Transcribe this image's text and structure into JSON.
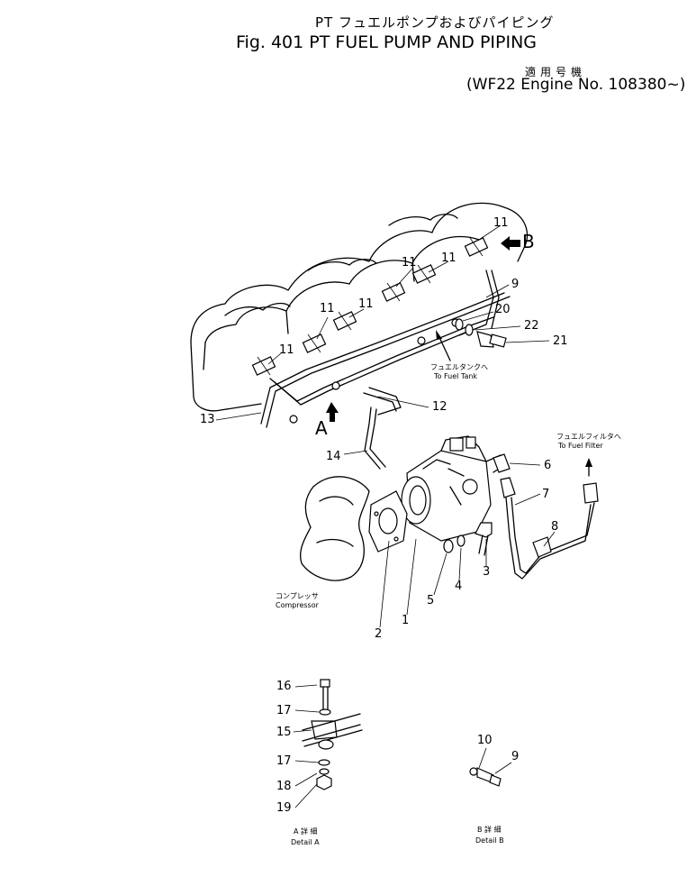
{
  "title": {
    "japanese": "PT フュエルポンプおよびパイピング",
    "english": "Fig. 401   PT FUEL PUMP AND PIPING"
  },
  "serial": {
    "japanese": "適用号機",
    "english": "(WF22 Engine No. 108380~)"
  },
  "annotations": {
    "to_fuel_tank_jp": "フュエルタンクへ",
    "to_fuel_tank_en": "To Fuel Tank",
    "to_fuel_filter_jp": "フュエルフィルタへ",
    "to_fuel_filter_en": "To Fuel Filter",
    "compressor_jp": "コンプレッサ",
    "compressor_en": "Compressor",
    "detail_a_jp": "A 詳 細",
    "detail_a_en": "Detail A",
    "detail_b_jp": "B 詳 細",
    "detail_b_en": "Detail B",
    "view_a": "A",
    "view_b": "B"
  },
  "callouts": {
    "c1": "1",
    "c2": "2",
    "c3": "3",
    "c4": "4",
    "c5": "5",
    "c6": "6",
    "c7": "7",
    "c8": "8",
    "c9": "9",
    "c11a": "11",
    "c11b": "11",
    "c11c": "11",
    "c11d": "11",
    "c11e": "11",
    "c12": "12",
    "c13": "13",
    "c14": "14",
    "c20": "20",
    "c21": "21",
    "c22": "22",
    "d16": "16",
    "d17a": "17",
    "d15": "15",
    "d17b": "17",
    "d18": "18",
    "d19": "19",
    "d10": "10",
    "d9": "9"
  }
}
